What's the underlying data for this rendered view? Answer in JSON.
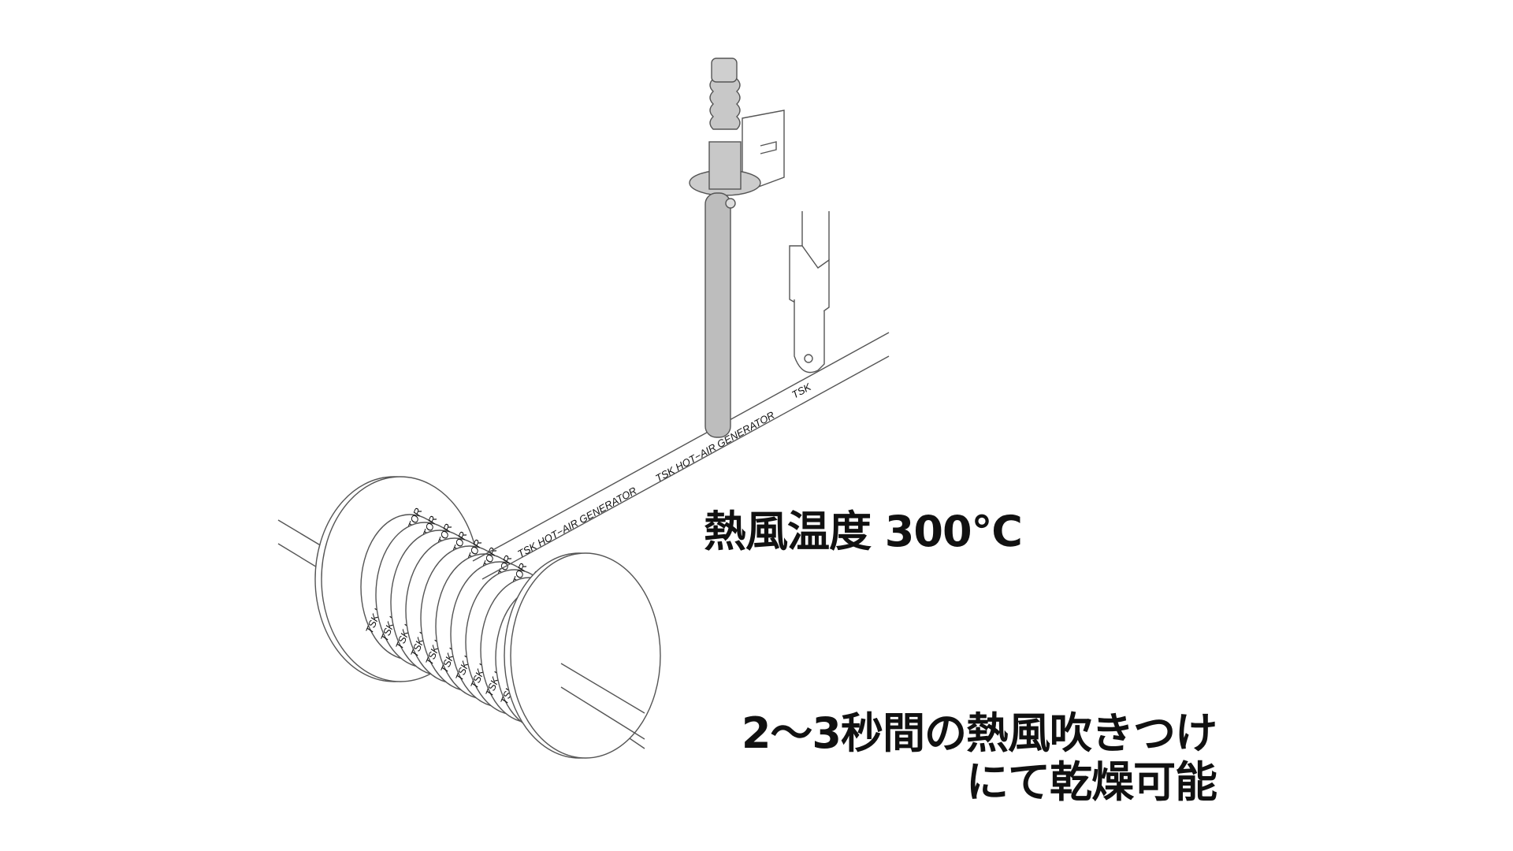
{
  "illustration": {
    "tape_label": "TSK HOT−AIR GENERATOR",
    "tape_short_label": "TSK",
    "colors": {
      "line": "#555555",
      "nozzle": "#bdbdbd",
      "text": "#111111"
    }
  },
  "captions": {
    "temperature": "熱風温度 300℃",
    "drying_line1": "2～3秒間の熱風吹きつけ",
    "drying_line2": "にて乾燥可能"
  }
}
